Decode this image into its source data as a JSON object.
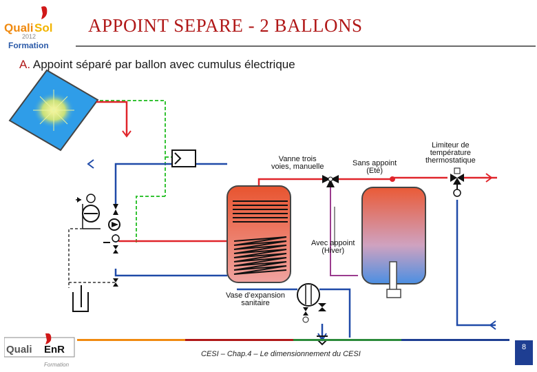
{
  "header": {
    "logo_word1": "Quali",
    "logo_word2": "Sol",
    "logo_year": "2012",
    "logo_sub": "Formation",
    "title": "APPOINT SEPARE  -  2 BALLONS"
  },
  "section": {
    "letter": "A.",
    "text": "Appoint séparé par ballon avec cumulus électrique"
  },
  "labels": {
    "vanne_line1": "Vanne trois",
    "vanne_line2": "voies, manuelle",
    "sans_line1": "Sans appoint",
    "sans_line2": "(Eté)",
    "limiteur_line1": "Limiteur de",
    "limiteur_line2": "température",
    "limiteur_line3": "thermostatique",
    "avec_line1": "Avec appoint",
    "avec_line2": "(Hiver)",
    "vase_line1": "Vase d’expansion",
    "vase_line2": "sanitaire"
  },
  "footer": {
    "text": "CESI – Chap.4 – Le dimensionnement du CESI",
    "page": "8",
    "logo_word1": "Quali",
    "logo_word2": "EnR",
    "logo_sub": "Formation"
  },
  "colors": {
    "title": "#b01818",
    "hot_pipe": "#e0242a",
    "cold_pipe": "#1f4aa8",
    "control_wire": "#34c234",
    "mixed_pipe": "#9b3c8e",
    "panel": "#2f9de8",
    "tank_hot": "#e55a3a",
    "tank_cold": "#3f8fe8",
    "page_badge": "#1e3e92"
  }
}
